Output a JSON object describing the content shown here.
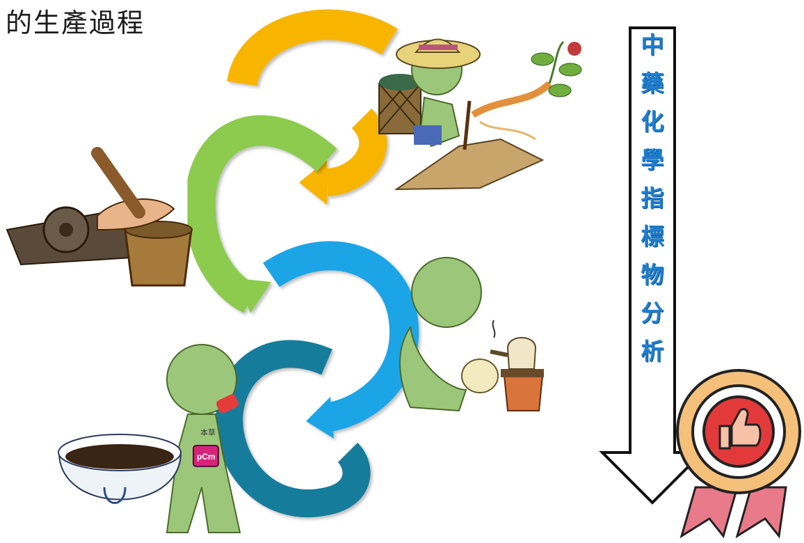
{
  "title": "的生產過程",
  "side_label_chars": [
    "中",
    "藥",
    "化",
    "學",
    "指",
    "標",
    "物",
    "分",
    "析"
  ],
  "cup_label": "pCm",
  "figure_text": "本草",
  "colors": {
    "arrow_yellow": "#F7B500",
    "arrow_green": "#8CCB4E",
    "arrow_blue": "#1EA5E6",
    "arrow_teal": "#157B9B",
    "side_text": "#1F7FD0",
    "figure_green": "#9CC77A"
  },
  "icons": [
    "farmer-harvesting-ginseng",
    "grinding-mill-and-mortar",
    "herb-decoction-pot",
    "herbal-tea-bowl",
    "quality-award-badge",
    "thumbs-up-icon",
    "down-arrow"
  ]
}
